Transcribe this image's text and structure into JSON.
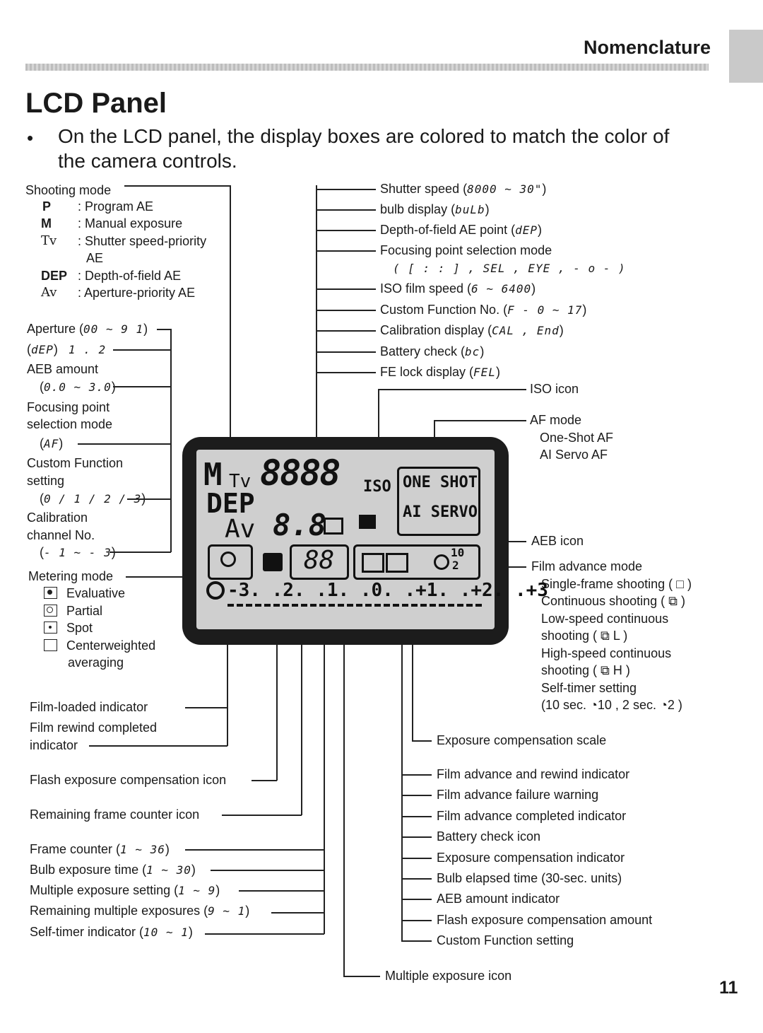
{
  "header": {
    "section": "Nomenclature",
    "page_number": "11"
  },
  "title": "LCD Panel",
  "intro": {
    "bullet": "•",
    "line1": "On the LCD panel, the display boxes are colored to match the color of",
    "line2": "the camera controls."
  },
  "left": {
    "shooting_mode": {
      "label": "Shooting mode",
      "items": [
        {
          "key": "P",
          "desc": ": Program AE"
        },
        {
          "key": "M",
          "desc": ": Manual exposure"
        },
        {
          "key": "Tv",
          "desc": ": Shutter speed-priority"
        },
        {
          "key": "",
          "desc": "AE"
        },
        {
          "key": "DEP",
          "desc": ": Depth-of-field AE"
        },
        {
          "key": "Av",
          "desc": ": Aperture-priority AE"
        }
      ]
    },
    "aperture": {
      "label": "Aperture (",
      "range": "00 ~ 9 1",
      "close": ")"
    },
    "dep_line": {
      "open": "(",
      "value": "dEP",
      "close": ")",
      "extra": "1 . 2"
    },
    "aeb_amount": {
      "label": "AEB amount",
      "open": "(",
      "range": "0.0 ~ 3.0",
      "close": ")"
    },
    "focusing_point": {
      "line1": "Focusing point",
      "line2": "selection mode",
      "open": "(",
      "value": "AF",
      "close": ")"
    },
    "custom_function": {
      "line1": "Custom Function",
      "line2": "setting",
      "open": "(",
      "value": "0 / 1 / 2 / 3",
      "close": ")"
    },
    "calibration": {
      "line1": "Calibration",
      "line2": "channel No.",
      "open": "(",
      "value": "- 1 ~ - 3",
      "close": ")"
    },
    "metering": {
      "label": "Metering mode",
      "items": [
        "Evaluative",
        "Partial",
        "Spot",
        "Centerweighted"
      ],
      "extra": "averaging"
    },
    "film_loaded": "Film-loaded indicator",
    "film_rewind": {
      "line1": "Film rewind completed",
      "line2": "indicator"
    },
    "flash_comp_icon": "Flash exposure compensation icon",
    "remaining_frame_icon": "Remaining frame counter icon",
    "frame_counter": {
      "label": "Frame counter (",
      "range": "1 ~ 36",
      "close": ")"
    },
    "bulb_time": {
      "label": "Bulb exposure time (",
      "range": "1 ~ 30",
      "close": ")"
    },
    "multi_setting": {
      "label": "Multiple exposure setting (",
      "range": "1 ~ 9",
      "close": ")"
    },
    "remaining_multi": {
      "label": "Remaining multiple exposures (",
      "range": "9 ~ 1",
      "close": ")"
    },
    "self_timer_ind": {
      "label": "Self-timer indicator (",
      "range": "10 ~ 1",
      "close": ")"
    }
  },
  "right": {
    "shutter_speed": {
      "label": "Shutter speed (",
      "range": "8000 ~ 30\"",
      "close": ")"
    },
    "bulb_display": {
      "label": "bulb display (",
      "value": "buLb",
      "close": ")"
    },
    "dof_point": {
      "label": "Depth-of-field AE point (",
      "value": "dEP",
      "close": ")"
    },
    "focus_sel": {
      "label": "Focusing point selection mode",
      "values": "( [ : : ] ,  SEL ,  EYE ,  - o - )"
    },
    "iso_speed": {
      "label": "ISO film speed (",
      "range": "6 ~ 6400",
      "close": ")"
    },
    "custom_no": {
      "label": "Custom Function No. (",
      "range": "F - 0 ~ 17",
      "close": ")"
    },
    "calib_display": {
      "label": "Calibration display (",
      "value": "CAL , End",
      "close": ")"
    },
    "battery_check": {
      "label": "Battery check (",
      "value": "bc",
      "close": ")"
    },
    "fe_lock": {
      "label": "FE lock display (",
      "value": "FEL",
      "close": ")"
    },
    "iso_icon": "ISO icon",
    "af_mode": {
      "label": "AF mode",
      "items": [
        "One-Shot AF",
        "AI Servo AF"
      ]
    },
    "aeb_icon": "AEB icon",
    "film_advance": {
      "label": "Film advance mode",
      "lines": [
        "Single-frame shooting ( □ )",
        "Continuous shooting ( ⧉ )",
        "Low-speed continuous",
        "shooting ( ⧉ L )",
        "High-speed continuous",
        "shooting ( ⧉ H )",
        "Self-timer setting",
        "(10 sec. ◔10 , 2 sec. ◔2 )"
      ]
    },
    "exp_comp_scale": "Exposure compensation scale",
    "lower_list": [
      "Film advance and rewind indicator",
      "Film advance failure warning",
      "Film advance completed indicator",
      "Battery check icon",
      "Exposure compensation indicator",
      "Bulb elapsed time (30-sec. units)",
      "AEB amount indicator",
      "Flash exposure compensation amount",
      "Custom Function setting"
    ],
    "multi_icon": "Multiple exposure icon"
  },
  "lcd": {
    "mode_m": "M",
    "mode_tv": "Tv",
    "shutter_digits": "8888",
    "iso": "ISO",
    "one_shot": "ONE SHOT",
    "ai_servo": "AI SERVO",
    "mode_dep": "DEP",
    "mode_av": "Av",
    "aperture_digits": "8.8",
    "frame_digits": "88",
    "timer_10": "10",
    "timer_2": "2",
    "scale": "-3. .2. .1. .0. .+1. .+2. .+3"
  }
}
